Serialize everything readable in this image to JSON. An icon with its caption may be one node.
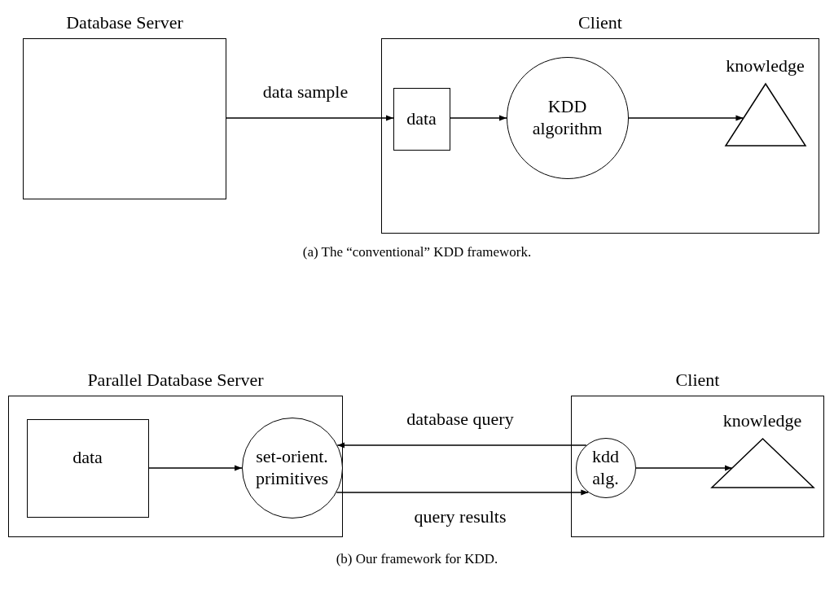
{
  "diagram": {
    "nodes": [
      {
        "text": [
          "Database Server"
        ]
      },
      {
        "text": [
          "Client"
        ]
      },
      {
        "text": [
          "data"
        ],
        "in": 1
      },
      {
        "text": [
          "KDD algorithm"
        ],
        "in": 1
      },
      {
        "text": [
          "knowledge"
        ],
        "in": 1
      },
      {
        "text": [
          "Parallel Database Server"
        ]
      },
      {
        "text": [
          "data"
        ],
        "in": 5
      },
      {
        "text": [
          "set-orient. primitives"
        ],
        "in": 5
      },
      {
        "text": [
          "Client"
        ]
      },
      {
        "text": [
          "kdd alg."
        ],
        "in": 8
      },
      {
        "text": [
          "knowledge"
        ],
        "in": 8
      }
    ],
    "edges": [
      {
        "from": 0,
        "to": 2,
        "arrow": "to",
        "label": "data sample"
      },
      {
        "from": 2,
        "to": 3,
        "arrow": "to"
      },
      {
        "from": 3,
        "to": 4,
        "arrow": "to"
      },
      {
        "from": 6,
        "to": 7,
        "arrow": "to"
      },
      {
        "from": 9,
        "to": 7,
        "arrow": "to",
        "label": "database query"
      },
      {
        "from": 7,
        "to": 9,
        "arrow": "to",
        "label": "query results"
      },
      {
        "from": 9,
        "to": 10,
        "arrow": "to"
      }
    ],
    "labels": [
      "(a) The “conventional” KDD framework.",
      "(b) Our framework for KDD."
    ]
  }
}
